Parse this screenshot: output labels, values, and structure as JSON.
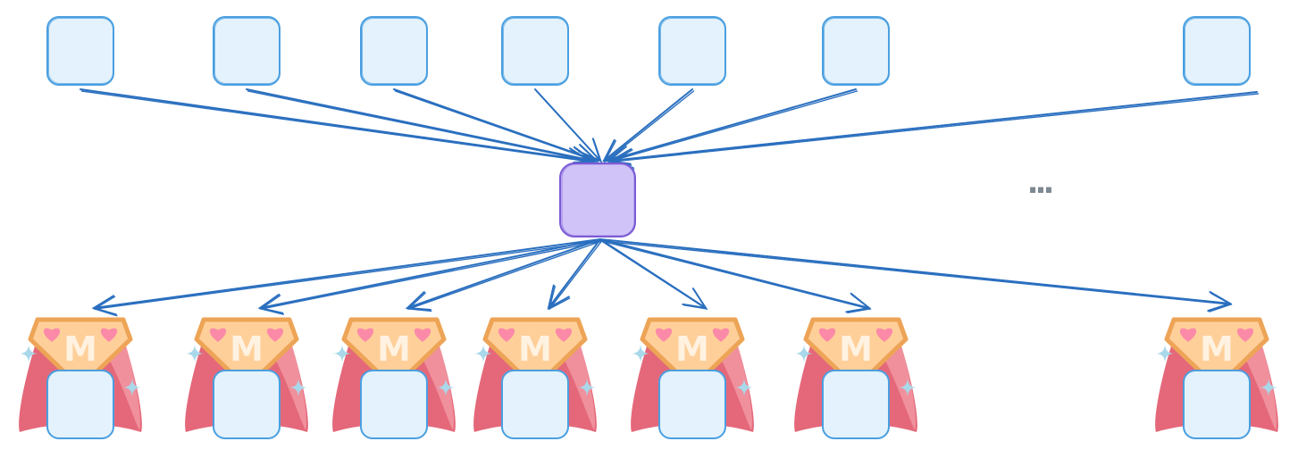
{
  "diagram": {
    "kind": "fan-in-fan-out",
    "ellipsis": "...",
    "inputs": [
      {
        "id": "input-1"
      },
      {
        "id": "input-2"
      },
      {
        "id": "input-3"
      },
      {
        "id": "input-4"
      },
      {
        "id": "input-5"
      },
      {
        "id": "input-6"
      },
      {
        "id": "input-7"
      }
    ],
    "hub": {
      "id": "hub"
    },
    "outputs": [
      {
        "id": "output-1",
        "badge_letter": "M"
      },
      {
        "id": "output-2",
        "badge_letter": "M"
      },
      {
        "id": "output-3",
        "badge_letter": "M"
      },
      {
        "id": "output-4",
        "badge_letter": "M"
      },
      {
        "id": "output-5",
        "badge_letter": "M"
      },
      {
        "id": "output-6",
        "badge_letter": "M"
      },
      {
        "id": "output-7",
        "badge_letter": "M"
      }
    ],
    "icons": {
      "output_decoration": "superhero-cape-badge-icon",
      "sparkle": "sparkle-icon",
      "heart": "heart-icon"
    },
    "colors": {
      "node_fill": "#e3f2fc",
      "node_stroke": "#4a9fe0",
      "hub_fill": "#d0c3f7",
      "hub_stroke": "#7b5bd6",
      "arrow": "#2a6fbf",
      "cape": "#e4687a",
      "cape_light": "#f0909c",
      "badge_fill": "#ffcf9a",
      "badge_stroke": "#eda456",
      "heart": "#fb8aa8",
      "letter": "#fff2e1",
      "sparkle": "#a9d8ea",
      "ellipsis": "#7d8891"
    }
  }
}
